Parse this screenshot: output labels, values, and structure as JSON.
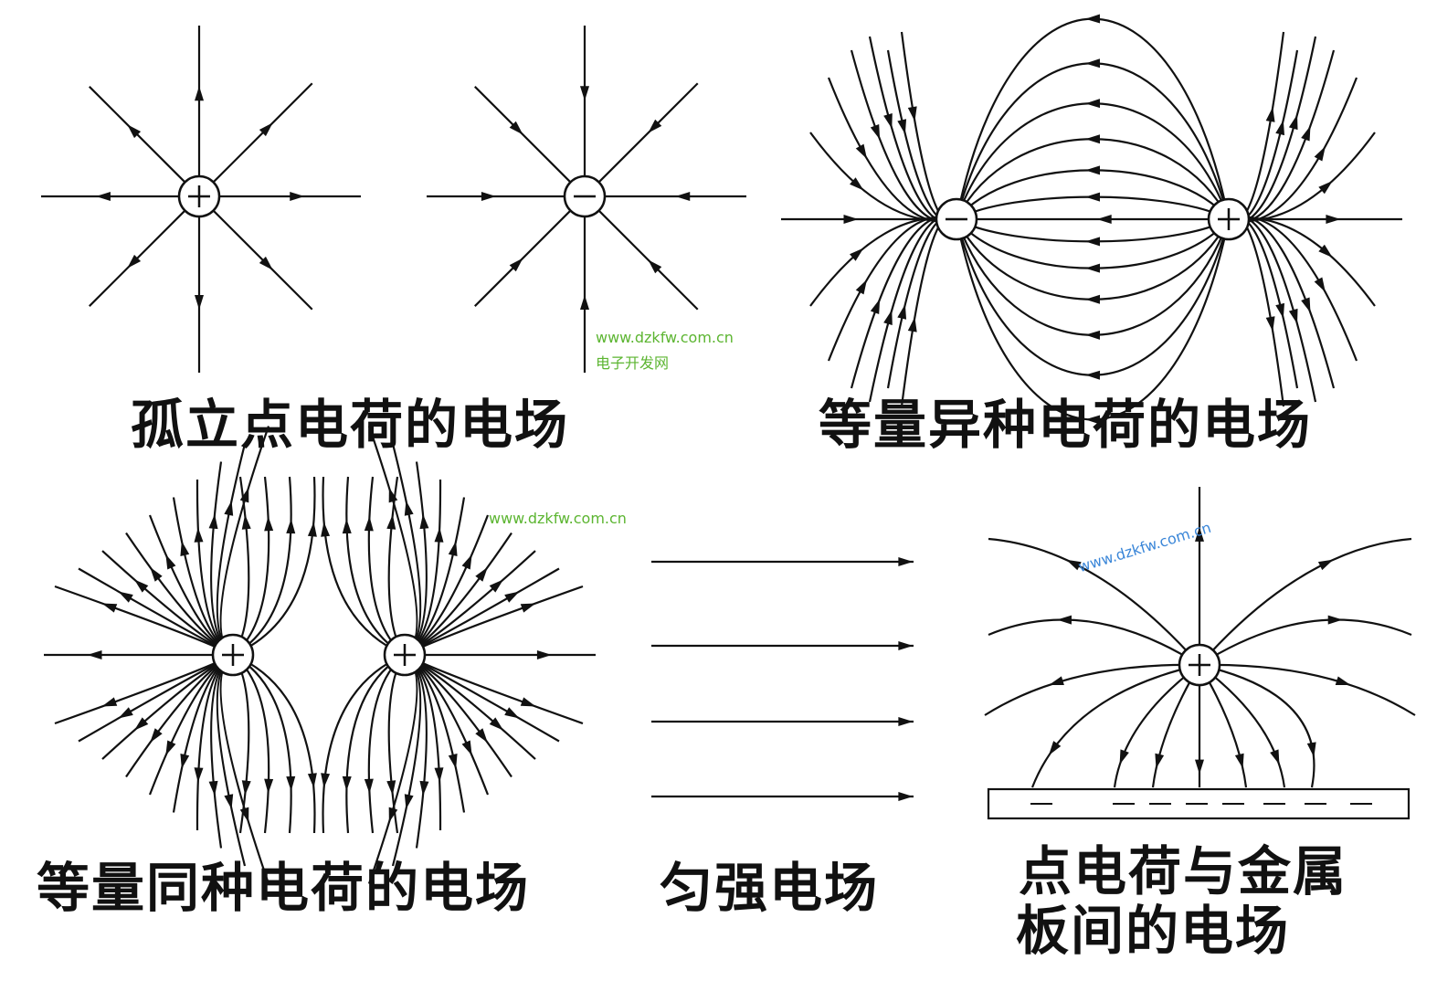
{
  "captions": {
    "isolated": "孤立点电荷的电场",
    "opposite": "等量异种电荷的电场",
    "like": "等量同种电荷的电场",
    "uniform": "匀强电场",
    "plate_line1": "点电荷与金属",
    "plate_line2": "板间的电场"
  },
  "charges": {
    "positive": "+",
    "negative": "−"
  },
  "watermarks": {
    "url": "www.dzkfw.com.cn",
    "site": "电子开发网"
  },
  "colors": {
    "line": "#111111",
    "watermark_green": "#5cb531",
    "watermark_blue": "#3a86d8"
  }
}
